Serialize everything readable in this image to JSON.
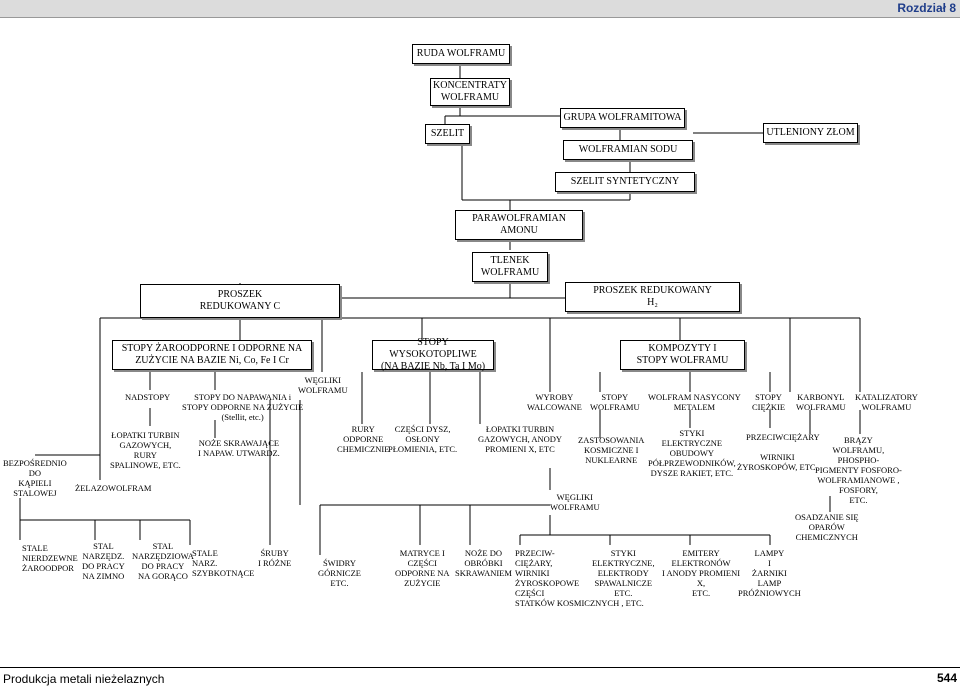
{
  "header": {
    "chapter": "Rozdział 8"
  },
  "footer": {
    "title": "Produkcja metali nieżelaznych",
    "page": "544"
  },
  "boxes": {
    "ruda": "RUDA WOLFRAMU",
    "koncentraty": "KONCENTRATY\nWOLFRAMU",
    "szelit": "SZELIT",
    "grupa": "GRUPA WOLFRAMITOWA",
    "utleniony": "UTLENIONY ZŁOM",
    "wolframian_sodu": "WOLFRAMIAN SODU",
    "szelit_synt": "SZELIT  SYNTETYCZNY",
    "parawolframian": "PARAWOLFRAMIAN\nAMONU",
    "tlenek": "TLENEK\nWOLFRAMU",
    "proszek_c": "PROSZEK\nREDUKOWANY C",
    "proszek_h": "PROSZEK REDUKOWANY\nH₂",
    "stopy_zar": "STOPY ŻAROODPORNE I ODPORNE NA\nZUŻYCIE NA BAZIE Ni, Co, Fe I Cr",
    "stopy_wys": "STOPY WYSOKOTOPLIWE\n(NA BAZIE Nb, Ta I Mo)",
    "kompozyty": "KOMPOZYTY I\nSTOPY WOLFRAMU"
  },
  "labels": {
    "weglik1": "WĘGLIKI\nWOLFRAMU",
    "nadstopy": "NADSTOPY",
    "stopy_nap": "STOPY DO NAPAWANIA i\nSTOPY ODPORNE NA ZUŻYCIE\n(Stellit, etc.)",
    "wyroby": "WYROBY\nWALCOWANE",
    "stopy_w": "STOPY\nWOLFRAMU",
    "wolfram_nas": "WOLFRAM NASYCONY\nMETALEM",
    "stopy_ciez": "STOPY\nCIĘŻKIE",
    "karbonyl": "KARBONYL\nWOLFRAMU",
    "katalizatory": "KATALIZATORY\nWOLFRAMU",
    "lopatki1": "ŁOPATKI TURBIN\nGAZOWYCH,\nRURY\nSPALINOWE, ETC.",
    "noze": "NOŻE SKRAWAJĄCE\nI NAPAW. UTWARDZ.",
    "rury": "RURY\nODPORNE\nCHEMICZNIE",
    "czesci_dysz": "CZĘŚCI DYSZ,\nOSŁONY\nPŁOMIENIA, ETC.",
    "lopatki2": "ŁOPATKI TURBIN\nGAZOWYCH, ANODY\nPROMIENI X, ETC",
    "zastosowania": "ZASTOSOWANIA\nKOSMICZNE I\nNUKLEARNE",
    "styki1": "STYKI\nELEKTRYCZNE\nOBUDOWY\nPÓŁPRZEWODNIKÓW,\nDYSZE RAKIET, ETC.",
    "wirniki1": "WIRNIKI\nŻYROSKOPÓW, ETC.",
    "przeciwciezary": "PRZECIWCIĘŻARY",
    "braz": "BRĄZY\nWOLFRAMU,\nPHOSPHO-\nPIGMENTY FOSFORO-\nWOLFRAMIANOWE ,\nFOSFORY,\nETC.",
    "bezposrednio": "BEZPOŚREDNIO\nDO\nKĄPIELI\nSTALOWEJ",
    "zelazowolfram": "ŻELAZOWOLFRAM",
    "weglik2": "WĘGLIKI\nWOLFRAMU",
    "osadzanie": "OSADZANIE SIĘ\nOPARÓW\nCHEMICZNYCH",
    "stale_n": "STALE\nNIERDZEWNE\nŻAROODPOR",
    "stal_narz": "STAL\nNARZĘDZ.\nDO PRACY\nNA ZIMNO",
    "stal_narzd": "STAL\nNARZĘDZIOWA\nDO PRACY\nNA GORĄCO",
    "stale_narz_sz": "STALE\nNARZ.\nSZYBKOTNĄCE",
    "sruby": "ŚRUBY\nI RÓŻNE",
    "swidry": "ŚWIDRY\nGÓRNICZE\nETC.",
    "matryce": "MATRYCE I\nCZĘŚCI\nODPORNE NA\nZUŻYCIE",
    "noze_obr": "NOŻE DO\nOBRÓBKI\nSKRAWANIEM",
    "przeciw2": "PRZECIW-\nCIĘŻARY,\nWIRNIKI\nŻYROSKOPOWE\nCZĘŚCI\nSTATKÓW KOSMICZNYCH , ETC.",
    "styki2": "STYKI\nELEKTRYCZNE,\nELEKTRODY\nSPAWALNICZE\nETC.",
    "emitery": "EMITERY\nELEKTRONÓW\nI ANODY PROMIENI\nX,\nETC.",
    "lampy": "LAMPY\nI\nŻARNIKI\nLAMP\nPRÓŻNIOWYCH"
  }
}
